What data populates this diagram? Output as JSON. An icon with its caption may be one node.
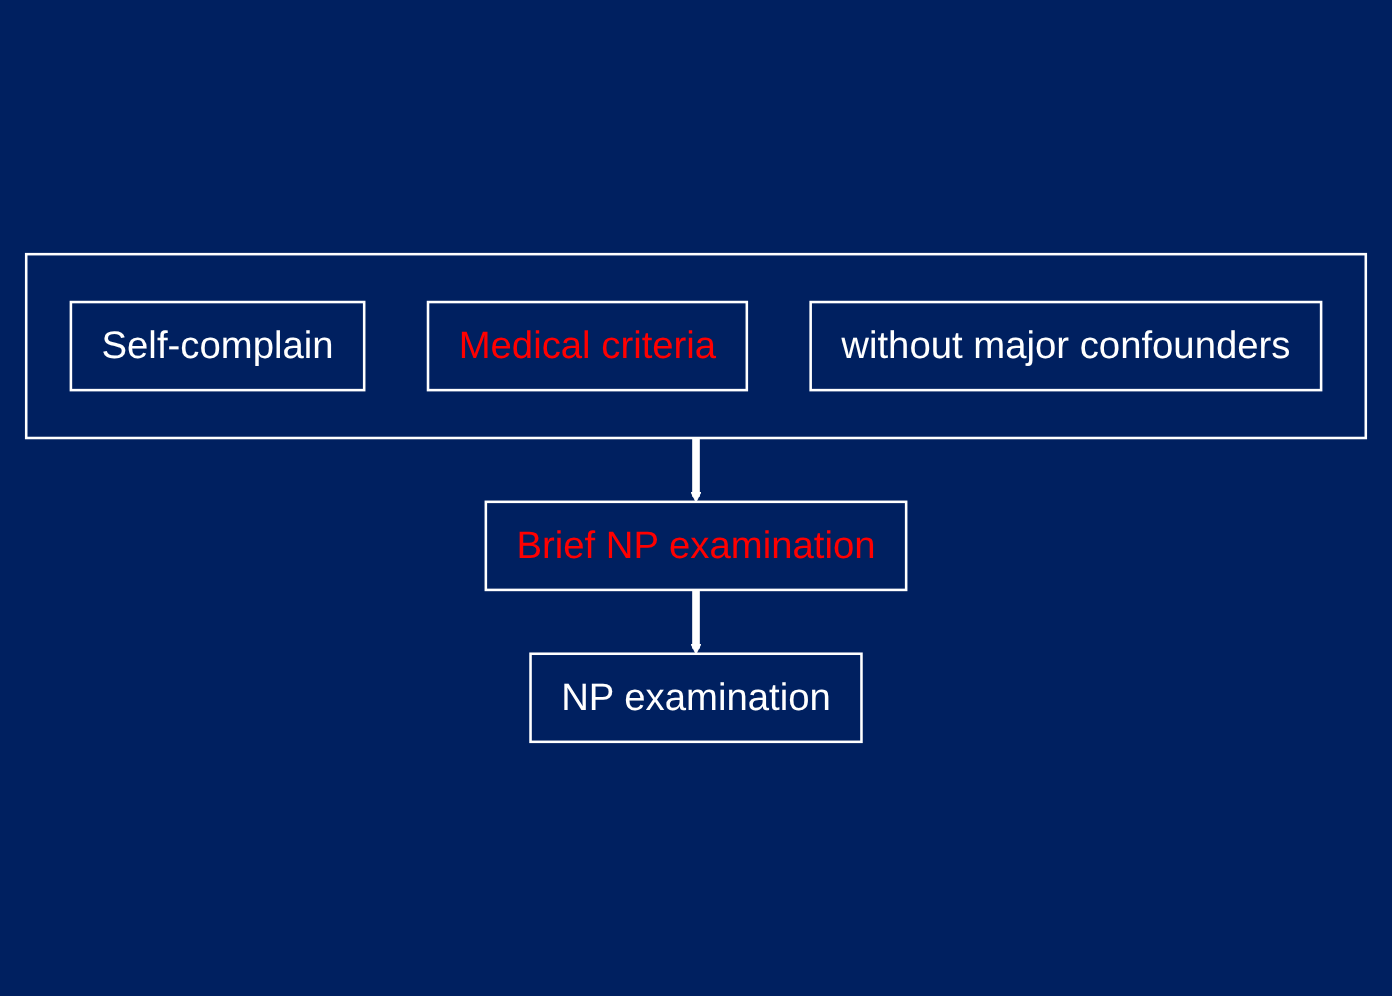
{
  "diagram": {
    "nodes": [
      {
        "text": [],
        "shape": "box"
      },
      {
        "text": [
          "Self-complain"
        ],
        "in": 0
      },
      {
        "text": [
          "Medical criteria"
        ],
        "in": 0
      },
      {
        "text": [
          "without major confounders"
        ],
        "in": 0
      },
      {
        "text": [
          "Brief NP examination"
        ]
      },
      {
        "text": [
          "NP examination"
        ]
      }
    ],
    "edges": [
      {
        "from": 0,
        "to": 4,
        "arrow": "to"
      },
      {
        "from": 4,
        "to": 5,
        "arrow": "to"
      }
    ]
  }
}
